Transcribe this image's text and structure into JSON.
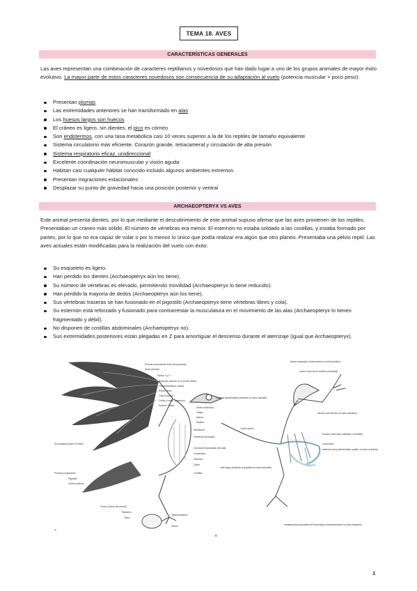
{
  "title": "TEMA 18. AVES",
  "section1": {
    "heading": "CARACTERÍSTICAS GENERALES",
    "intro_pre": "Las aves representan una combinación de caracteres reptilianos y novedosos que han dado lugar a uno de los grupos animales de mayor éxito evolutivo. ",
    "intro_underlined": "La mayor parte de estos caracteres novedosos son consecuencia de su adaptación al vuelo",
    "intro_post": " (potencia muscular + poco peso):",
    "bullets": [
      {
        "pre": "Presentan ",
        "u": "plumas",
        "post": ""
      },
      {
        "pre": "Las extremidades anteriores se han transformado en ",
        "u": "alas",
        "post": ""
      },
      {
        "pre": "Los ",
        "u": "huesos largos son huecos",
        "post": ""
      },
      {
        "pre": "El cráneo es ligero, sin dientes, el ",
        "u": "pico",
        "post": " es córneo"
      },
      {
        "pre": "Son ",
        "u": "endotermos",
        "post": ", con una tasa metabólica casi 10 veces superior a la de los reptiles de tamaño equivalente"
      },
      {
        "pre": "Sistema circulatorio más eficiente. Corazón grande, tetracameral y circulación de alta presión",
        "u": "",
        "post": ""
      },
      {
        "pre": "",
        "u": "Sistema respiratorio eficaz, unidireccional",
        "post": ""
      },
      {
        "pre": "Excelente coordinación neuromuscular y visión aguda",
        "u": "",
        "post": ""
      },
      {
        "pre": "Habitan casi cualquier hábitat conocido incluido algunos ambientes extremos",
        "u": "",
        "post": ""
      },
      {
        "pre": "Presentan migraciones estacionales",
        "u": "",
        "post": ""
      },
      {
        "pre": "Desplazar su punto de gravedad hacia una posición posterior y ventral",
        "u": "",
        "post": ""
      }
    ]
  },
  "section2": {
    "heading": "ARCHAEOPTERYX VS AVES",
    "paragraph": "Este animal presenta dientes, por lo que mediante el descubrimiento de este animal supuso afirmar que las aves provienen de los reptiles. Presentaban un cráneo más sólido. El número de vértebras era menor. El esternón no estaba soldado a las costillas, y estaba formado por partes, por lo que no era capaz de volar o por lo menos lo único que podía realizar era algún que otro planeo. Presentaba una pelvis reptil. Las aves actuales están modificadas para la realización del vuelo con éxito:",
    "bullets": [
      "Su esqueleto es ligero.",
      "Han perdido los dientes (Archaeopteryx aún los tiene).",
      "Su número de vértebras es elevado, permitiendo movilidad (Archaeopteryx lo tiene reducido).",
      "Han perdido la mayoría de dedos (Archaeopteryx aún los tiene).",
      "Sus vértebras traseras se han fusionado en el pigostilo (Archaeopteryx tiene vértebras libres y cola).",
      "Su esternón está reforzado y fusionado para contrarrestar la musculatura en el movimiento de las alas (Archaeopteryx lo tienen fragmentado y débil).",
      "No disponen de costillas abdominales (Archaeopteryx no).",
      "Sus extremidades posteriores están plegadas en Z para amortiguar el descenso durante el aterrizaje (igual que Archaeopteryx)."
    ]
  },
  "figure": {
    "panel_a_letter": "A",
    "panel_b_letter": "B",
    "labels_a": [
      "Plumas secundarias entre las primarias",
      "Álula primaria",
      "Dedos 3 y 4",
      "Álula (las plumas en el primer dedo)",
      "Carpometacarpo: palma",
      "Primer dedo",
      "Carpo (radial)",
      "Cúbito y radio: antebrazo",
      "Húmero: brazo",
      "Secundarias sobre el cúbito",
      "Plumas escapulares",
      "Pigostilo",
      "Cintura pélvica",
      "Fémur (hueso del muslo)",
      "Tibiotarso",
      "Tarso",
      "Dedos",
      "Tarsometatarso",
      "Anillo esclerótico",
      "Órbita",
      "Narina",
      "Maxilar",
      "Mandíbula",
      "Vértebras cervicales",
      "Clavículas fusionadas (fúrcula)",
      "Coracoides",
      "Esternón",
      "Quilla",
      "Costillas"
    ],
    "labels_b": [
      "dedos separados (fusionados en aves actuales)",
      "hueso lunar de la muñeca (novedad)",
      "costillas abdominales ausentes en aves actuales",
      "dientes (sin dientes en aves actuales)",
      "pelvis saurio",
      "fúrcula (clavículas soldadas, novedad)",
      "coracoides",
      "esternón (muy desarrollado -quilla- en aves actuales)",
      "cola larga (reducida al pigostilo en aves actuales)",
      "metatarsianos parcialmente fusionados (completamente en aves actuales)"
    ]
  },
  "page_number": "1",
  "colors": {
    "heading_band": "#f6c9d6",
    "bone_highlight": "#a7cfe6"
  }
}
